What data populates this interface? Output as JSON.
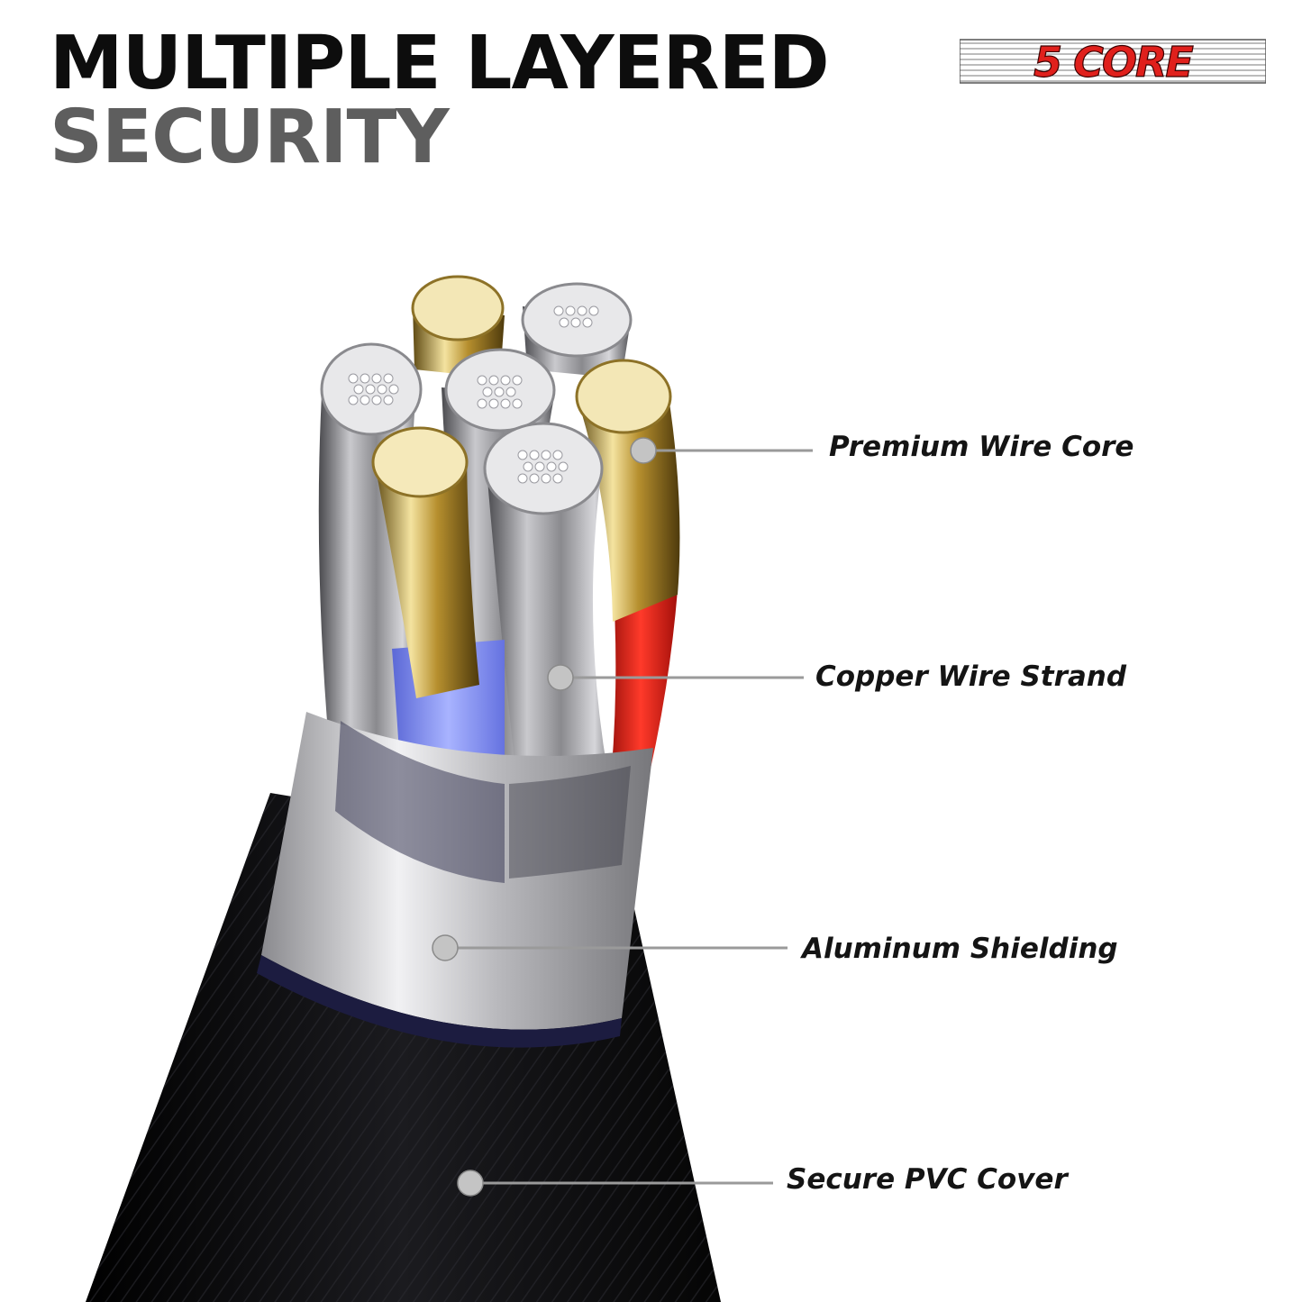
{
  "header": {
    "title_line1": "MULTIPLE LAYERED",
    "title_line2": "SECURITY"
  },
  "brand": {
    "logo_text": "5 CORE",
    "logo_color": "#e0201c"
  },
  "callouts": [
    {
      "label": "Premium Wire Core"
    },
    {
      "label": "Copper Wire Strand"
    },
    {
      "label": "Aluminum Shielding"
    },
    {
      "label": "Secure PVC Cover"
    }
  ],
  "colors": {
    "title_dark": "#0d0d0d",
    "title_gray": "#5e5e5e",
    "callout_line": "#9a9a9a",
    "callout_dot": "#bdbdbd",
    "cable_jacket": "#0a0a0a",
    "shield": "#c7c7cb",
    "insulation_blue": "#8f9cf0",
    "insulation_red": "#d81b14",
    "gold_core": "#c9a94a"
  }
}
